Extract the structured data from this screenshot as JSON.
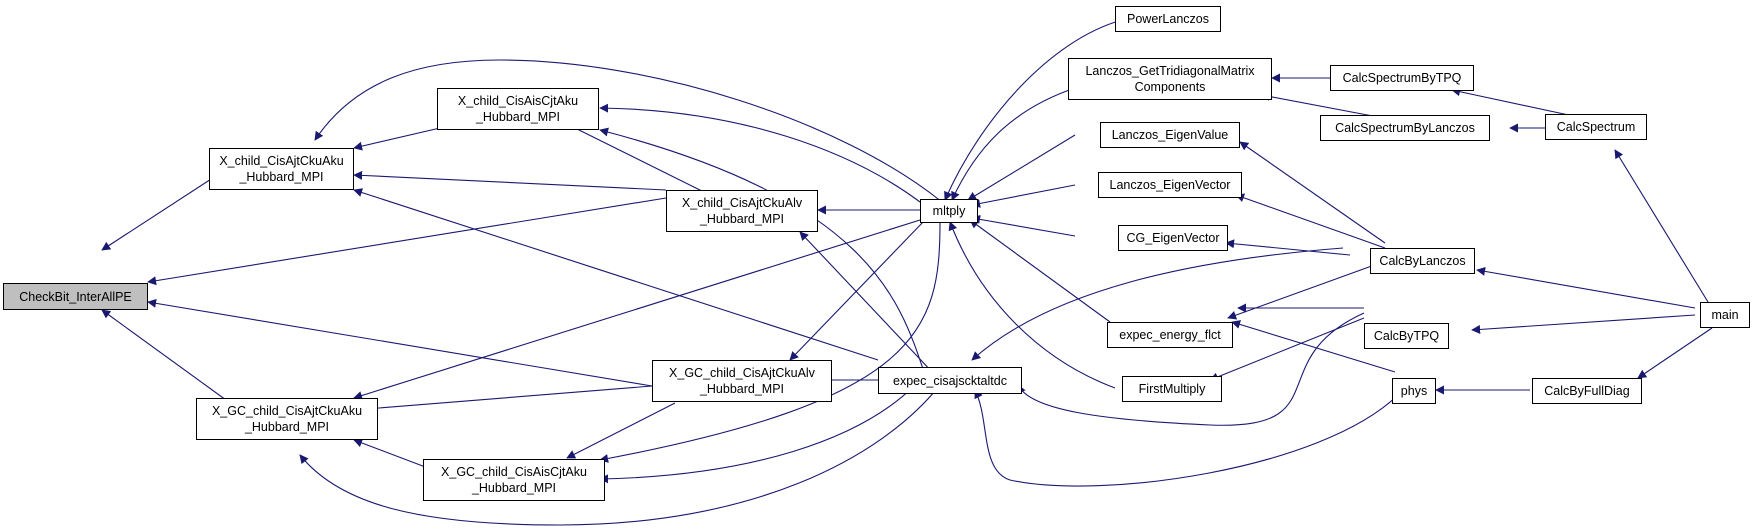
{
  "theme": {
    "edge_color": "#191970",
    "root_fill": "#bfbfbf",
    "node_fill": "#ffffff"
  },
  "nodes": [
    {
      "id": "checkbit",
      "lines": [
        "CheckBit_InterAllPE"
      ],
      "root": true
    },
    {
      "id": "xcisajtckuaku",
      "lines": [
        "X_child_CisAjtCkuAku",
        "_Hubbard_MPI"
      ]
    },
    {
      "id": "xgccisajtckuaku",
      "lines": [
        "X_GC_child_CisAjtCkuAku",
        "_Hubbard_MPI"
      ]
    },
    {
      "id": "xcisaiscjtaku",
      "lines": [
        "X_child_CisAisCjtAku",
        "_Hubbard_MPI"
      ]
    },
    {
      "id": "xcisajtckualv",
      "lines": [
        "X_child_CisAjtCkuAlv",
        "_Hubbard_MPI"
      ]
    },
    {
      "id": "xgccisajtckualv",
      "lines": [
        "X_GC_child_CisAjtCkuAlv",
        "_Hubbard_MPI"
      ]
    },
    {
      "id": "xgccisaiscjtaku",
      "lines": [
        "X_GC_child_CisAisCjtAku",
        "_Hubbard_MPI"
      ]
    },
    {
      "id": "mltply",
      "lines": [
        "mltply"
      ]
    },
    {
      "id": "expec_cisajscktaltdc",
      "lines": [
        "expec_cisajscktaltdc"
      ]
    },
    {
      "id": "powerlanczos",
      "lines": [
        "PowerLanczos"
      ]
    },
    {
      "id": "lanczos_gettri",
      "lines": [
        "Lanczos_GetTridiagonalMatrix",
        "Components"
      ]
    },
    {
      "id": "lanczos_eigenvalue",
      "lines": [
        "Lanczos_EigenValue"
      ]
    },
    {
      "id": "lanczos_eigenvector",
      "lines": [
        "Lanczos_EigenVector"
      ]
    },
    {
      "id": "cg_eigenvector",
      "lines": [
        "CG_EigenVector"
      ]
    },
    {
      "id": "expec_energy_flct",
      "lines": [
        "expec_energy_flct"
      ]
    },
    {
      "id": "firstmultiply",
      "lines": [
        "FirstMultiply"
      ]
    },
    {
      "id": "calcspectrumbytpq",
      "lines": [
        "CalcSpectrumByTPQ"
      ]
    },
    {
      "id": "calcspectrumbylanczos",
      "lines": [
        "CalcSpectrumByLanczos"
      ]
    },
    {
      "id": "calcbylanczos",
      "lines": [
        "CalcByLanczos"
      ]
    },
    {
      "id": "calcbytpq",
      "lines": [
        "CalcByTPQ"
      ]
    },
    {
      "id": "phys",
      "lines": [
        "phys"
      ]
    },
    {
      "id": "calcspectrum",
      "lines": [
        "CalcSpectrum"
      ]
    },
    {
      "id": "calcbyfulldiag",
      "lines": [
        "CalcByFullDiag"
      ]
    },
    {
      "id": "main",
      "lines": [
        "main"
      ]
    }
  ]
}
